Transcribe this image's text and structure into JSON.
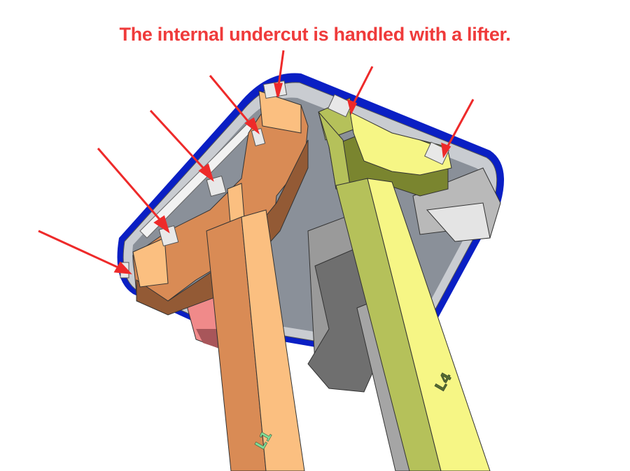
{
  "title": "The internal undercut is handled with a lifter.",
  "labels": {
    "lifter_left": "L1",
    "lifter_right": "L4"
  },
  "colors": {
    "title_red": "#ef3b3b",
    "arrow_red": "#ee2a2a",
    "part_blue": "#0a1fc4",
    "lifter1_light": "#fbbf80",
    "lifter1_mid": "#d98b55",
    "lifter1_dark": "#935a35",
    "lifter4_light": "#f6f685",
    "lifter4_mid": "#b5c15a",
    "lifter4_dark": "#7a852f",
    "core_gray": "#8a9099",
    "insert_gray": "#a0a0a0",
    "pink_insert": "#f08a8a"
  },
  "annotations": {
    "arrow_count": 7
  }
}
